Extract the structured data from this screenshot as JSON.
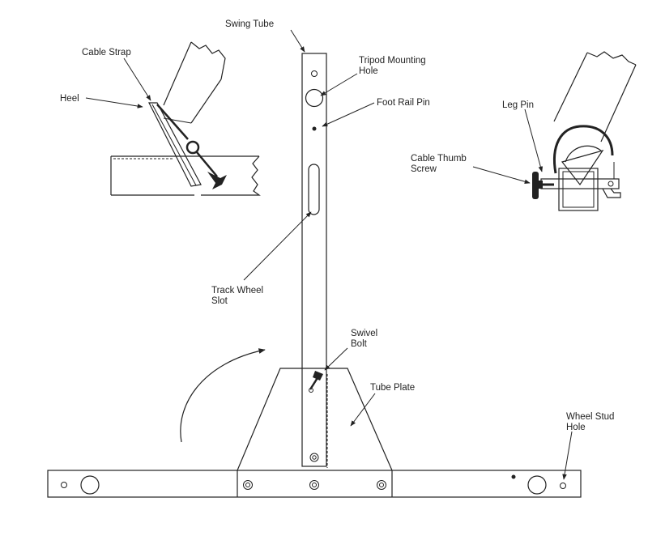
{
  "labels": {
    "swing_tube": "Swing Tube",
    "cable_strap": "Cable Strap",
    "heel": "Heel",
    "tripod_mounting_hole_1": "Tripod Mounting",
    "tripod_mounting_hole_2": "Hole",
    "foot_rail_pin": "Foot Rail Pin",
    "leg_pin": "Leg Pin",
    "cable_thumb_screw_1": "Cable Thumb",
    "cable_thumb_screw_2": "Screw",
    "track_wheel_slot_1": "Track Wheel",
    "track_wheel_slot_2": "Slot",
    "swivel_bolt_1": "Swivel",
    "swivel_bolt_2": "Bolt",
    "tube_plate": "Tube Plate",
    "wheel_stud_hole_1": "Wheel Stud",
    "wheel_stud_hole_2": "Hole"
  }
}
